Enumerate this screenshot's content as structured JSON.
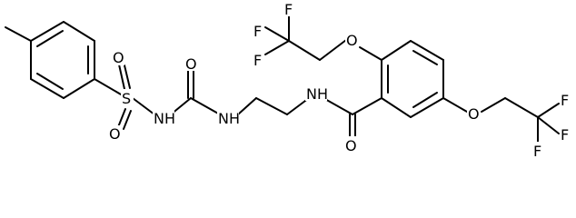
{
  "atoms": {
    "s": "S",
    "o_s1": "O",
    "o_s2": "O",
    "nh1": "NH",
    "o_c1": "O",
    "nh2": "NH",
    "nh3": "NH",
    "o_amide": "O",
    "o_ether1": "O",
    "o_ether2": "O",
    "f1a": "F",
    "f1b": "F",
    "f1c": "F",
    "f2a": "F",
    "f2b": "F",
    "f2c": "F"
  }
}
